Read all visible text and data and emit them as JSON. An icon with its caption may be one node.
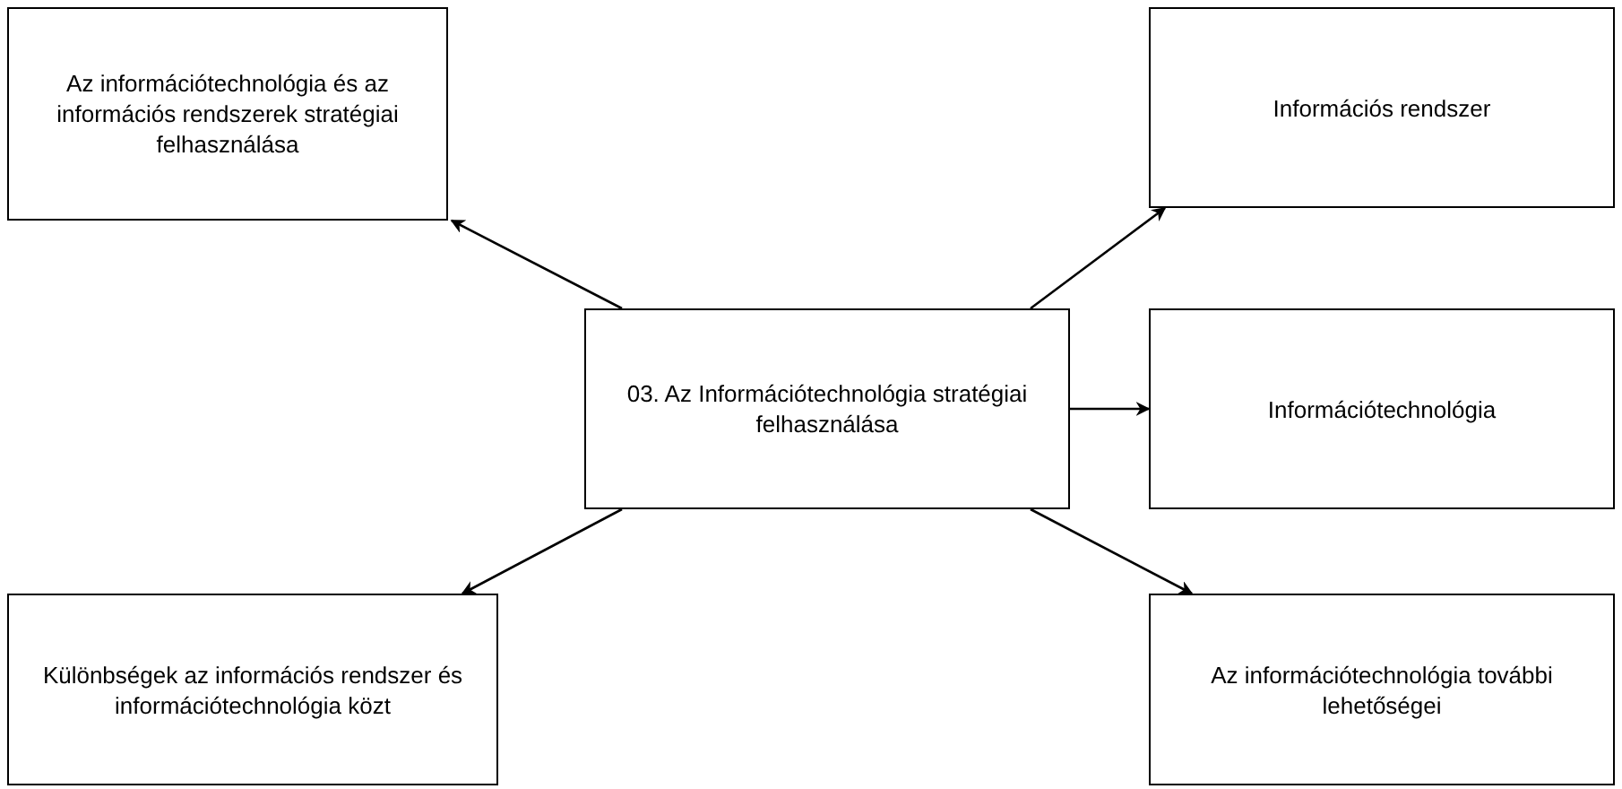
{
  "diagram": {
    "nodes": [
      {
        "text": [
          "Az információtechnológia és az információs rendszerek stratégiai felhasználása"
        ]
      },
      {
        "text": [
          "Információs rendszer"
        ]
      },
      {
        "text": [
          "03. Az Információtechnológia stratégiai felhasználása"
        ]
      },
      {
        "text": [
          "Információtechnológia"
        ]
      },
      {
        "text": [
          "Különbségek az információs rendszer és információtechnológia közt"
        ]
      },
      {
        "text": [
          "Az információtechnológia további lehetőségei"
        ]
      }
    ],
    "edges": [
      {
        "from": 2,
        "to": 0,
        "arrow": "to"
      },
      {
        "from": 2,
        "to": 1,
        "arrow": "to"
      },
      {
        "from": 2,
        "to": 3,
        "arrow": "to"
      },
      {
        "from": 2,
        "to": 4,
        "arrow": "to"
      },
      {
        "from": 2,
        "to": 5,
        "arrow": "to"
      }
    ]
  }
}
